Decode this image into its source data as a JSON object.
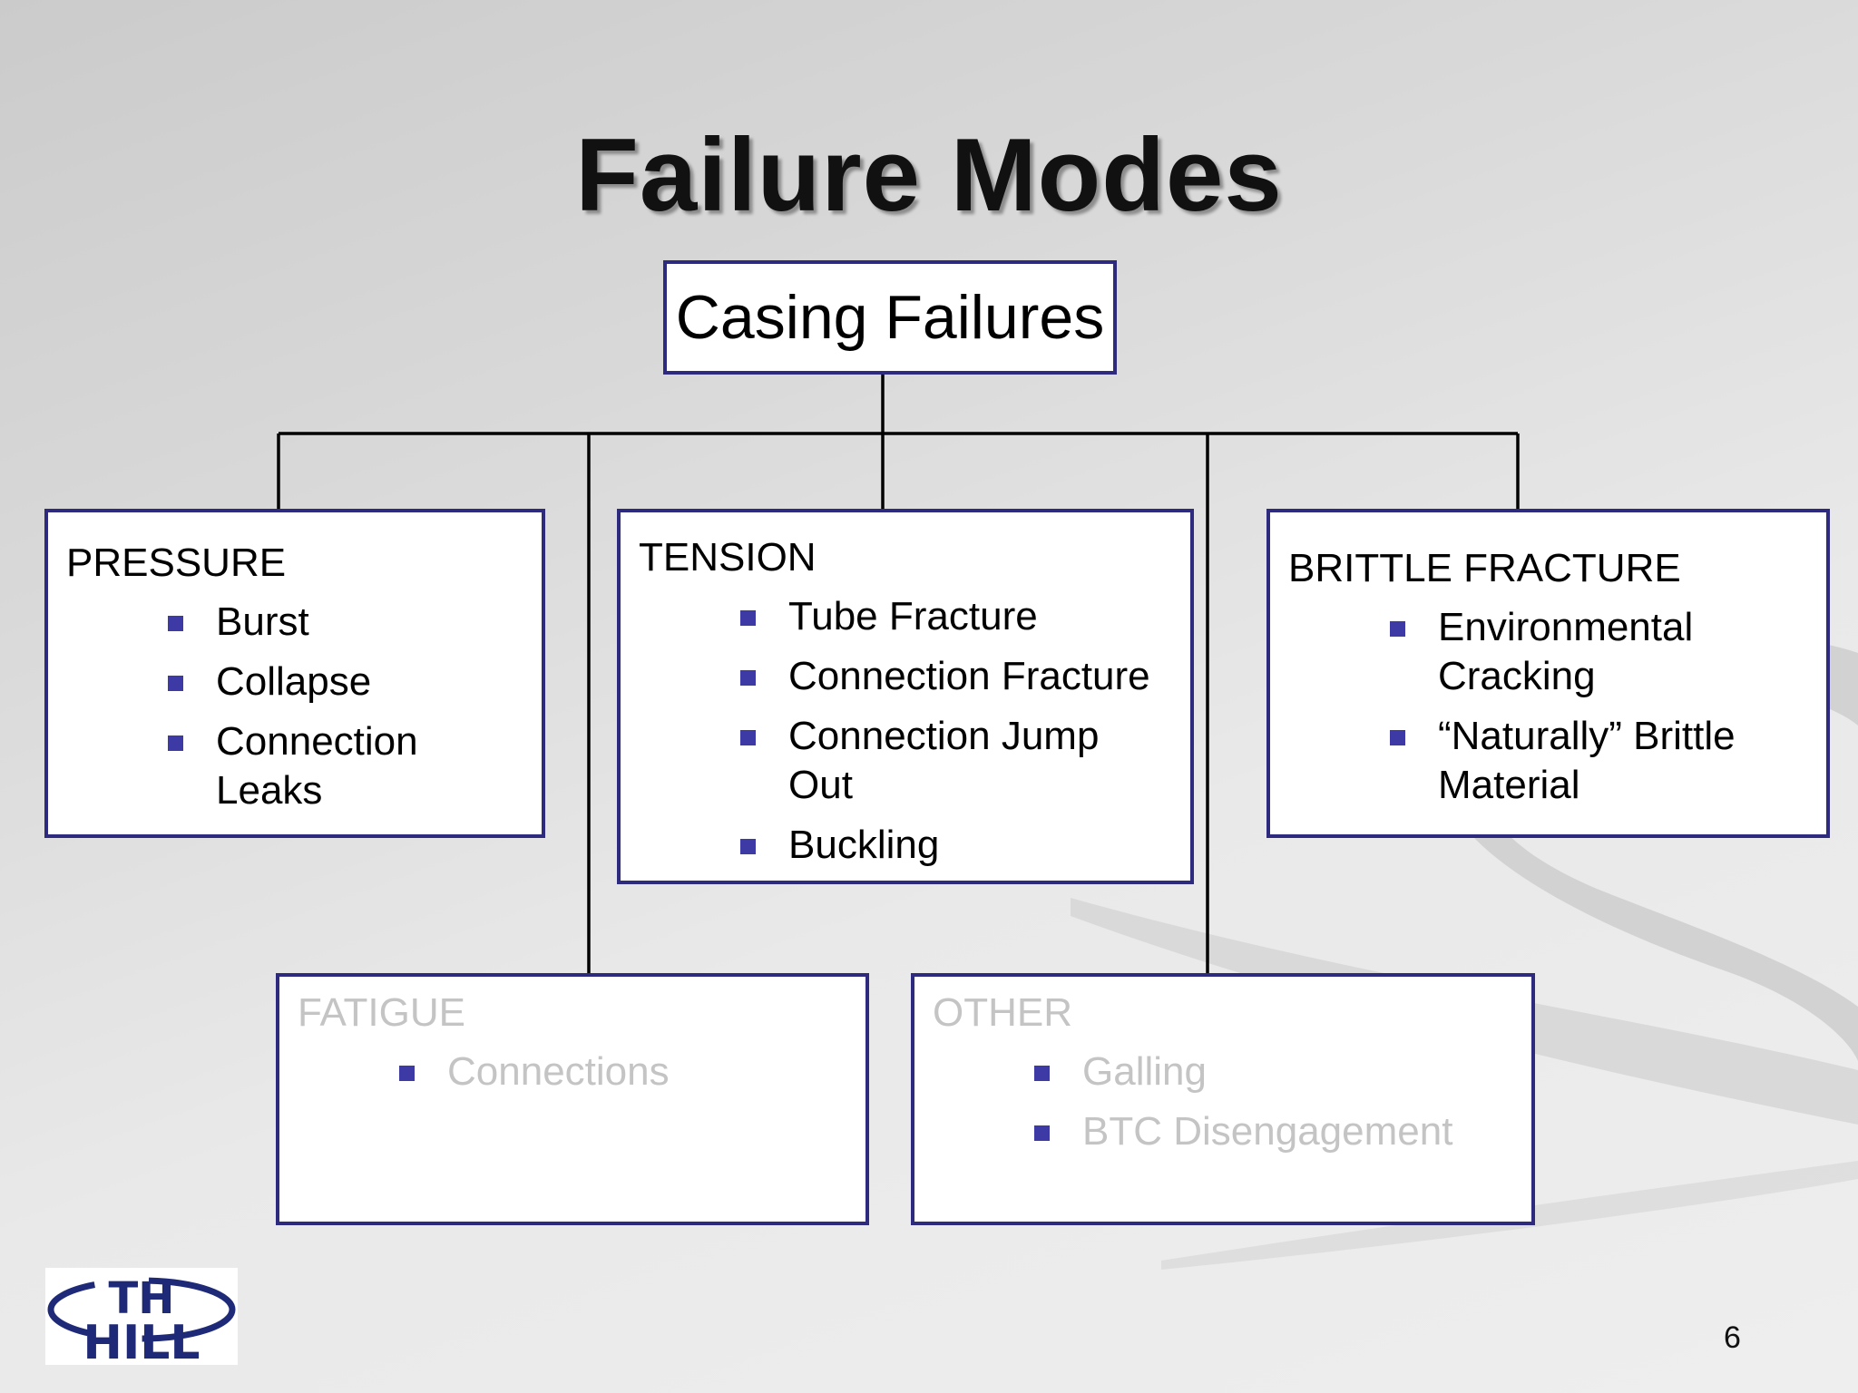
{
  "slide": {
    "title": "Failure Modes",
    "page_number": "6"
  },
  "diagram": {
    "root": "Casing Failures",
    "categories": [
      {
        "heading": "PRESSURE",
        "items": [
          "Burst",
          "Collapse",
          "Connection Leaks"
        ]
      },
      {
        "heading": "TENSION",
        "items": [
          "Tube Fracture",
          "Connection Fracture",
          "Connection Jump Out",
          "Buckling"
        ]
      },
      {
        "heading": "BRITTLE FRACTURE",
        "items": [
          "Environmental Cracking",
          "“Naturally” Brittle Material"
        ]
      },
      {
        "heading": "FATIGUE",
        "items": [
          "Connections"
        ],
        "faded": true
      },
      {
        "heading": "OTHER",
        "items": [
          "Galling",
          "BTC Disengagement"
        ],
        "faded": true
      }
    ]
  },
  "logo": {
    "text_top": "TH",
    "text_bottom": "HILL",
    "color": "#1e2a78"
  },
  "colors": {
    "box_border": "#2e2a7e",
    "bullet": "#3d3aa6",
    "faded_text": "#c4c4c4"
  }
}
